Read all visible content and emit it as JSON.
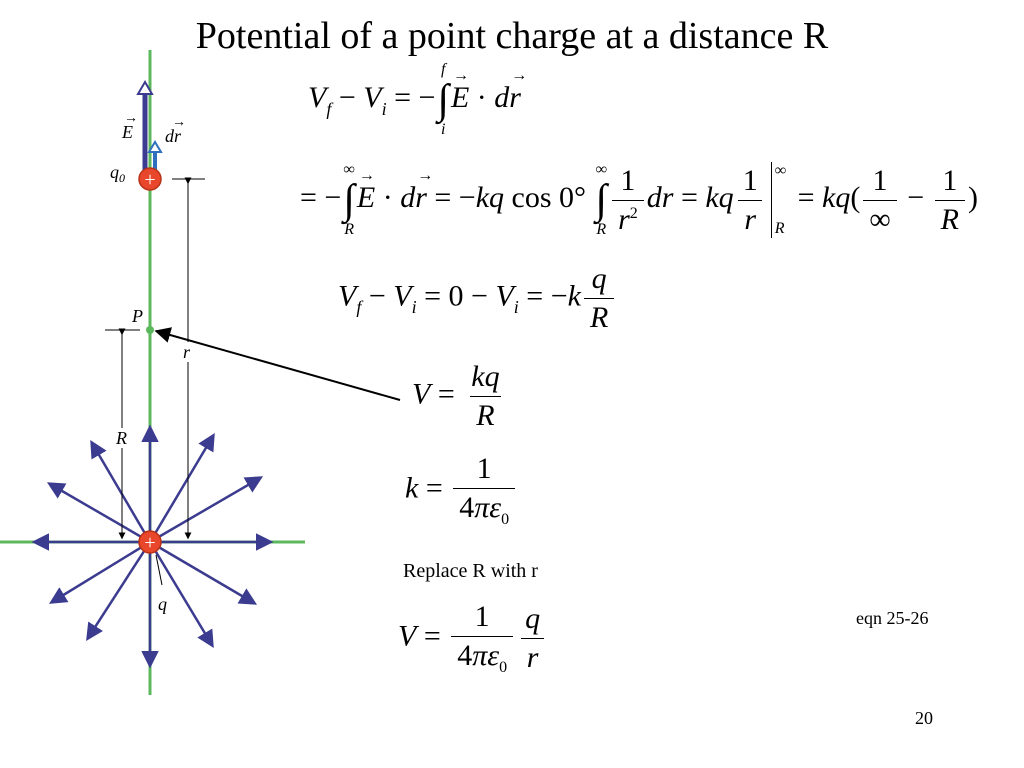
{
  "slide": {
    "title": "Potential of a point charge at a distance R",
    "replace_note": "Replace R with r",
    "eqn_label": "eqn 25-26",
    "page_number": "20"
  },
  "diagram": {
    "labels": {
      "E": "E",
      "dr": "dr",
      "q0": "q",
      "q0_sub": "0",
      "P": "P",
      "r": "r",
      "R": "R",
      "q": "q",
      "plus": "+"
    },
    "colors": {
      "axis": "#5cb85c",
      "field_line": "#3b3b8f",
      "charge": "#e8472b",
      "arrow_outline": "#2f6fbf"
    }
  },
  "colors": {
    "text": "#000000",
    "background": "#ffffff"
  }
}
